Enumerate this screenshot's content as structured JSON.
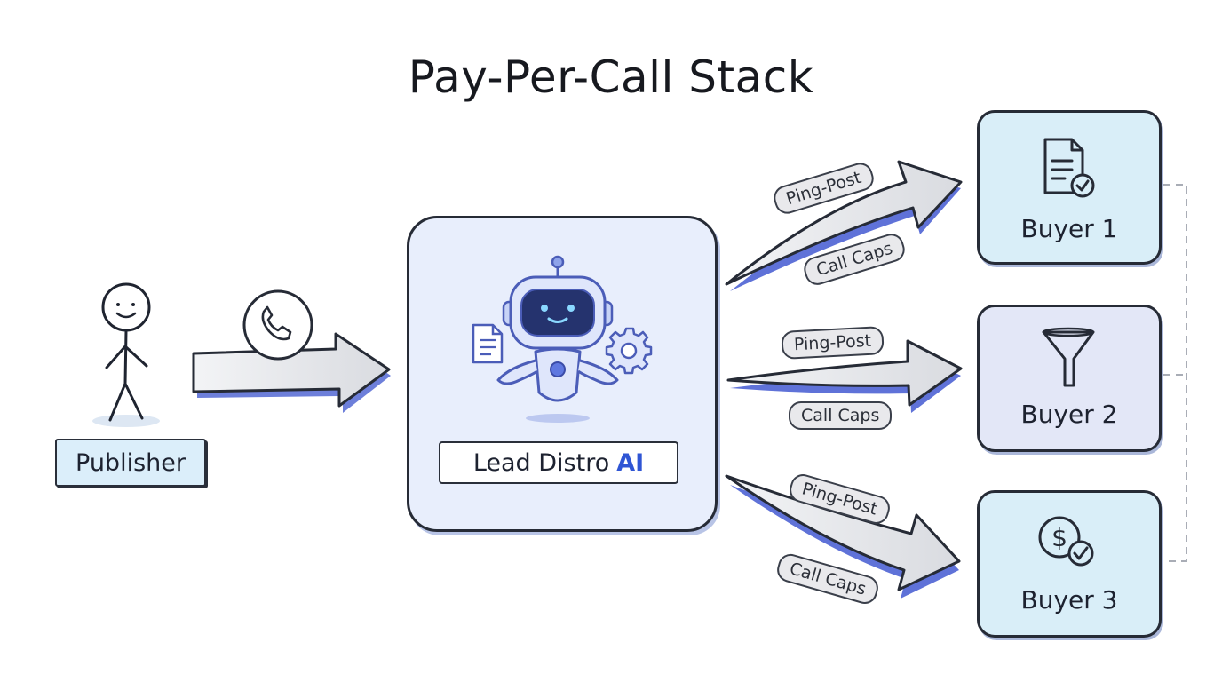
{
  "title": "Pay-Per-Call Stack",
  "publisher": {
    "label": "Publisher"
  },
  "distributor": {
    "label": "Lead Distro",
    "label_accent": "AI"
  },
  "buyers": [
    {
      "label": "Buyer 1",
      "icon": "document-check-icon"
    },
    {
      "label": "Buyer 2",
      "icon": "funnel-icon"
    },
    {
      "label": "Buyer 3",
      "icon": "dollar-check-icon"
    }
  ],
  "routes": [
    {
      "upper_tag": "Ping-Post",
      "lower_tag": "Call Caps"
    },
    {
      "upper_tag": "Ping-Post",
      "lower_tag": "Call Caps"
    },
    {
      "upper_tag": "Ping-Post",
      "lower_tag": "Call Caps"
    }
  ],
  "colors": {
    "accent": "#2f55d4",
    "arrow_fill": "#e4e6ea",
    "arrow_shadow": "#5f72d8",
    "lead_box_bg": "#e8eefc",
    "buyer_bg": "#d9eef8",
    "buyer2_bg": "#e3e7f7"
  }
}
